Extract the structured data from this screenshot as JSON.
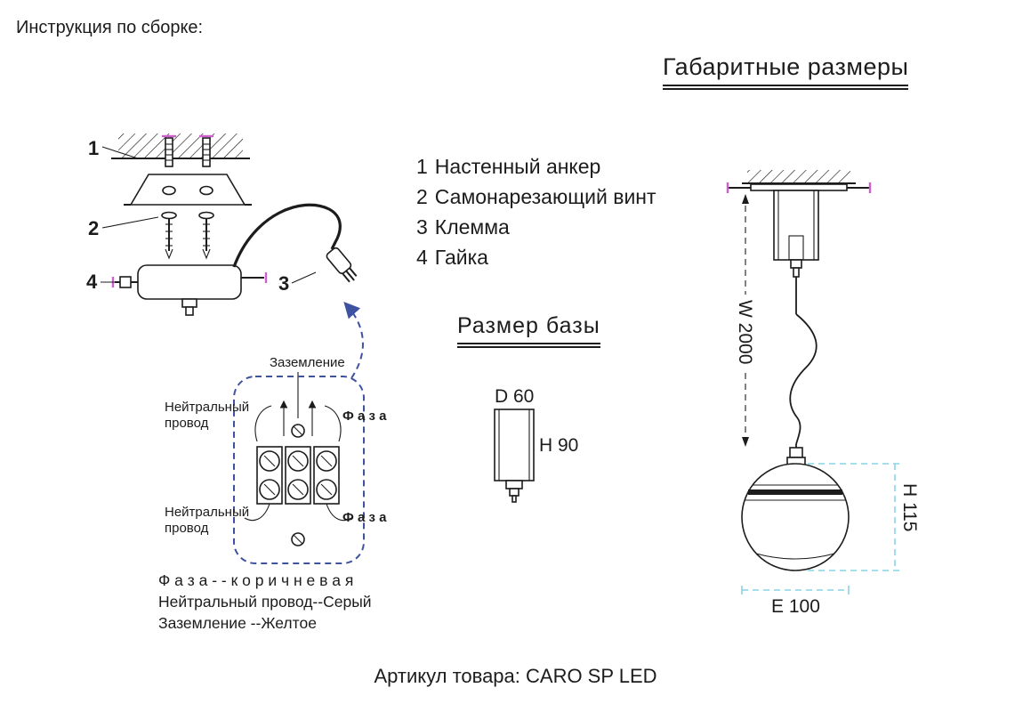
{
  "colors": {
    "ink": "#1c1c1c",
    "accent_magenta": "#cf5ecf",
    "accent_blue": "#3d52a0",
    "accent_cyan": "#8ad4e4"
  },
  "header": {
    "instructions_title": "Инструкция по сборке:",
    "dimensions_heading": "Габаритные размеры"
  },
  "parts_list": {
    "items": [
      {
        "num": "1",
        "label": "Настенный анкер"
      },
      {
        "num": "2",
        "label": "Самонарезающий винт"
      },
      {
        "num": "3",
        "label": "Клемма"
      },
      {
        "num": "4",
        "label": "Гайка"
      }
    ]
  },
  "base_section": {
    "heading": "Размер базы",
    "diameter_label": "D 60",
    "height_label": "H 90"
  },
  "assembly_diagram": {
    "callout_1": "1",
    "callout_2": "2",
    "callout_3": "3",
    "callout_4": "4"
  },
  "wiring_diagram": {
    "ground_label": "Заземление",
    "neutral_line1": "Нейтральный",
    "neutral_line2": "провод",
    "phase_label": "Ф а з а",
    "legend_line1": "Ф а з а - - к о р и ч н е в а я",
    "legend_line2": "Нейтральный провод--Серый",
    "legend_line3": "Заземление --Желтое"
  },
  "dimensions_diagram": {
    "wire_length_label": "W 2000",
    "height_label": "H 115",
    "diameter_label": "E 100"
  },
  "footer": {
    "article": "Артикул товара: CARO SP LED"
  }
}
